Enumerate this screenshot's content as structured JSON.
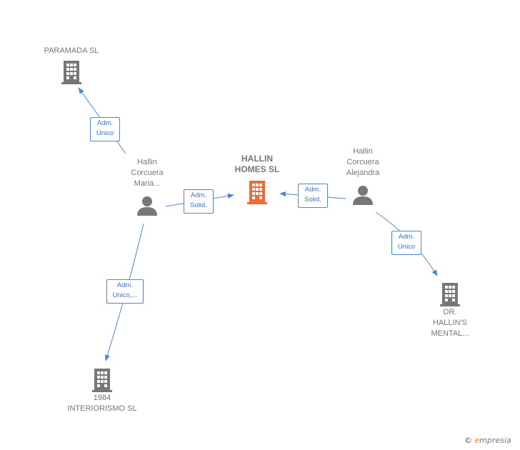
{
  "nodes": {
    "paramada": {
      "label": "PARAMADA SL",
      "type": "company"
    },
    "hallin_homes": {
      "label": "HALLIN\nHOMES  SL",
      "type": "company-focus"
    },
    "maria": {
      "label": "Hallin\nCorcuera\nMaria...",
      "type": "person"
    },
    "alejandra": {
      "label": "Hallin\nCorcuera\nAlejandra",
      "type": "person"
    },
    "dr_hallins": {
      "label": "DR.\nHALLIN'S\nMENTAL...",
      "type": "company"
    },
    "interiorismo": {
      "label": "1984\nINTERIORISMO SL",
      "type": "company"
    }
  },
  "edges": {
    "maria_paramada": {
      "label": "Adm.\nUnico"
    },
    "maria_homes": {
      "label": "Adm.\nSolid."
    },
    "alejandra_homes": {
      "label": "Adm.\nSolid."
    },
    "alejandra_dr": {
      "label": "Adm.\nUnico"
    },
    "maria_interiorismo": {
      "label": "Adm.\nUnico,..."
    }
  },
  "footer": {
    "copyright": "©",
    "brand_first": "e",
    "brand_rest": "mpresia"
  },
  "colors": {
    "edge": "#4a86d8",
    "company": "#777777",
    "focus": "#f06a35",
    "person": "#777777"
  },
  "icons": {
    "company": "building-icon",
    "person": "person-icon"
  }
}
